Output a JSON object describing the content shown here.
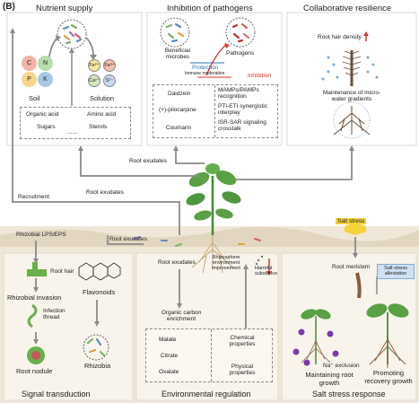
{
  "panel_label": "(B)",
  "top": {
    "nutrient": {
      "title": "Nutrient supply",
      "soil_label": "Soil",
      "solution_label": "Solution",
      "soil_elements": [
        "C",
        "N",
        "P",
        "K"
      ],
      "solution_ions": [
        "Fe²⁺",
        "Fe³⁺",
        "Ca²⁺",
        "S²⁻"
      ],
      "exudates": [
        "Organic acid",
        "Amino acid",
        "Sugars",
        "Sterols"
      ],
      "more": "......"
    },
    "pathogens": {
      "title": "Inhibition of pathogens",
      "beneficial": "Beneficial microbes",
      "pathogens": "Pathogens",
      "protection": "Protection",
      "immune": "Immune moderation",
      "inhibition": "Inhibition",
      "compounds": [
        "Daidzein",
        "(+)-pilocarpine",
        "Coumarin"
      ],
      "mechanisms": [
        "MAMPs/PAMPs recognition",
        "PTI-ETI synergistic interplay",
        "ISR-SAR signaling crosstalk"
      ]
    },
    "resilience": {
      "title": "Collaborative resilience",
      "root_hair_density": "Root hair density",
      "maintenance": "Maintenance of micro-water gradients"
    }
  },
  "middle": {
    "root_exudates_1": "Root exudates",
    "root_exudates_2": "Root exudates",
    "root_exudates_3": "Root exudates",
    "recruitment": "Recruitment"
  },
  "bottom": {
    "signal": {
      "title": "Signal transduction",
      "lps": "Rhizobial LPS/EPS",
      "root_hair": "Root hair",
      "invasion": "Rhizobial invasion",
      "infection": "Infection thread",
      "nodule": "Root nodule",
      "flavonoids": "Flavonoids",
      "rhizobia": "Rhizobia"
    },
    "environment": {
      "title": "Environmental regulation",
      "root_exudates": "Root exudates",
      "rhizosphere": "Rhizosphere environment improvement",
      "harmful": "Harmful substance",
      "organic": "Organic carbon enrichment",
      "acids": [
        "Malate",
        "Citrate",
        "Oxalate"
      ],
      "chemical": "Chemical properties",
      "physical": "Physical properties"
    },
    "salt": {
      "title": "Salt stress response",
      "salt_stress": "Salt stress",
      "root_meristem": "Root meristem",
      "alleviation": "Salt stress alleviation",
      "na_exclusion": "Na⁺ exclusion",
      "maintaining": "Maintaining root growth",
      "promoting": "Promoting recovery growth"
    }
  },
  "colors": {
    "arrow": "#8a8a8a",
    "red": "#d8342c",
    "blue": "#2a6fb5",
    "soil": "#efe6d6",
    "panel": "#f6f1e8"
  }
}
